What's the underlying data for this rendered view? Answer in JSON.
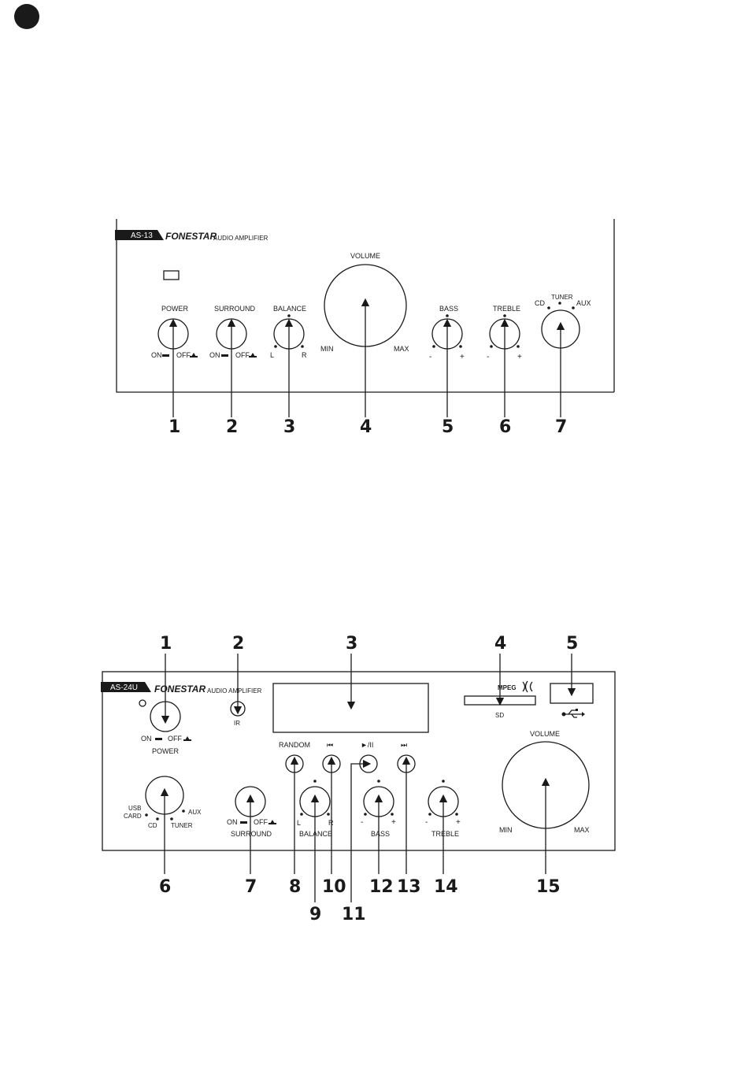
{
  "amp1": {
    "model": "AS-13",
    "brand": "FONESTAR",
    "subtitle": "AUDIO AMPLIFIER",
    "volume": {
      "label": "VOLUME",
      "min": "MIN",
      "max": "MAX"
    },
    "power": {
      "label": "POWER",
      "on": "ON",
      "off": "OFF"
    },
    "surround": {
      "label": "SURROUND",
      "on": "ON",
      "off": "OFF"
    },
    "balance": {
      "label": "BALANCE",
      "left": "L",
      "right": "R"
    },
    "bass": {
      "label": "BASS",
      "minus": "-",
      "plus": "+"
    },
    "treble": {
      "label": "TREBLE",
      "minus": "-",
      "plus": "+"
    },
    "input": {
      "cd": "CD",
      "tuner": "TUNER",
      "aux": "AUX"
    },
    "callouts": [
      "1",
      "2",
      "3",
      "4",
      "5",
      "6",
      "7"
    ]
  },
  "amp2": {
    "model": "AS-24U",
    "brand": "FONESTAR",
    "subtitle": "AUDIO AMPLIFIER",
    "ir": "IR",
    "sd": "SD",
    "mpeg": "MPEG",
    "power": {
      "label": "POWER",
      "on": "ON",
      "off": "OFF"
    },
    "random": "RANDOM",
    "prev": "⏮",
    "play_pause": "►/II",
    "next": "⏭",
    "volume": {
      "label": "VOLUME",
      "min": "MIN",
      "max": "MAX"
    },
    "input": {
      "usb": "USB",
      "card": "CARD",
      "cd": "CD",
      "tuner": "TUNER",
      "aux": "AUX"
    },
    "surround": {
      "label": "SURROUND",
      "on": "ON",
      "off": "OFF"
    },
    "balance": {
      "label": "BALANCE",
      "left": "L",
      "right": "R"
    },
    "bass": {
      "label": "BASS",
      "minus": "-",
      "plus": "+"
    },
    "treble": {
      "label": "TREBLE",
      "minus": "-",
      "plus": "+"
    },
    "callouts_top": [
      "1",
      "2",
      "3",
      "4",
      "5"
    ],
    "callouts_bottom": [
      "6",
      "7",
      "8",
      "9",
      "10",
      "11",
      "12",
      "13",
      "14",
      "15"
    ]
  }
}
